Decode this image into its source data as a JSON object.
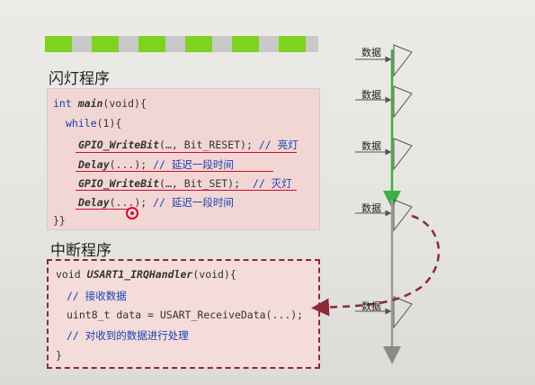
{
  "main_program": {
    "title": "闪灯程序",
    "lines": [
      {
        "kw": "int",
        "fn": "main",
        "rest": "(void){"
      },
      {
        "kw": "while",
        "rest": "(1){"
      },
      {
        "fn": "GPIO_WriteBit",
        "rest": "(…, Bit_RESET);",
        "comment": "// 亮灯"
      },
      {
        "fn": "Delay",
        "rest": "(...);",
        "comment": "// 延迟一段时间"
      },
      {
        "fn": "GPIO_WriteBit",
        "rest": "(…, Bit_SET);",
        "comment": "// 灭灯"
      },
      {
        "fn": "Delay",
        "rest": "(...);",
        "comment": "// 延迟一段时间"
      },
      {
        "rest": "}}"
      }
    ]
  },
  "interrupt_program": {
    "title": "中断程序",
    "lines": [
      {
        "kw": "void",
        "fn": "USART1_IRQHandler",
        "rest": "(void){"
      },
      {
        "comment": "// 接收数据"
      },
      {
        "rest": "uint8_t data = USART_ReceiveData(...);"
      },
      {
        "comment": "// 对收到的数据进行处理"
      },
      {
        "rest": "}"
      }
    ]
  },
  "timeline": {
    "data_labels": [
      "数据",
      "数据",
      "数据",
      "数据",
      "数据"
    ]
  },
  "colors": {
    "accent_green": "#7ed321",
    "line_green": "#3cb043",
    "dashed_red": "#8a2a35",
    "underline_red": "#c8102e",
    "code_bg": "#f2d6d4",
    "keyword_blue": "#1a3fb3"
  }
}
